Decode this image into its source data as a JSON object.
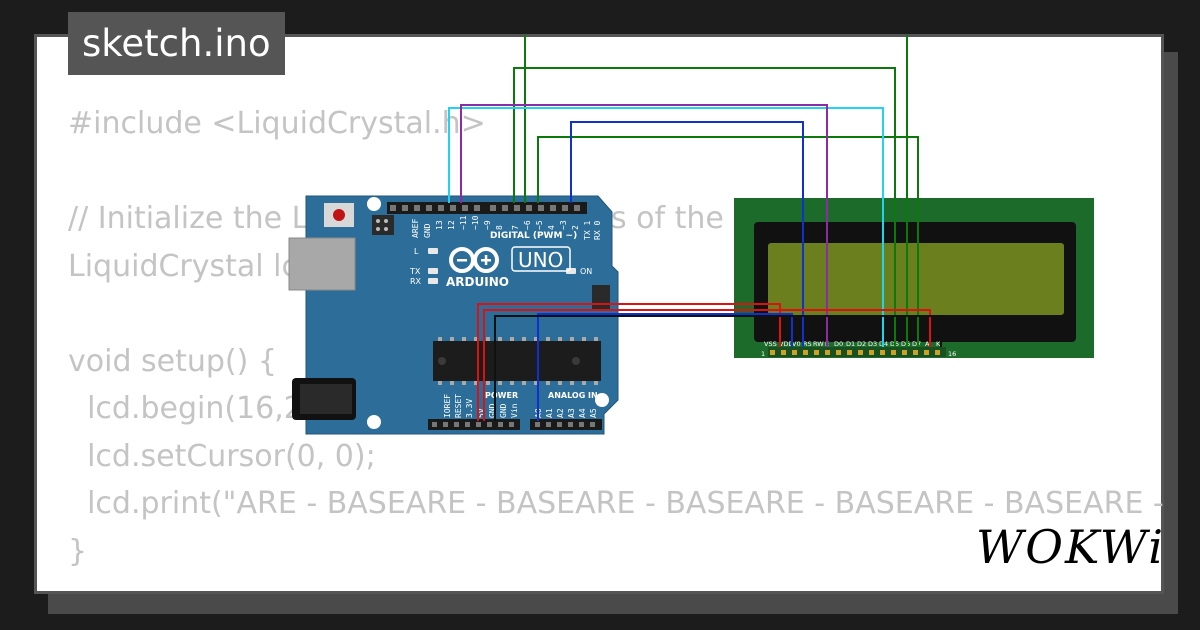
{
  "file_tab": {
    "label": "sketch.ino"
  },
  "code_lines": [
    "#include <LiquidCrystal.h>",
    "",
    "// Initialize the LCD with the numbers of the",
    "LiquidCrystal lcd",
    "",
    "void setup() {",
    "  lcd.begin(16,2);",
    "  lcd.setCursor(0, 0);",
    "  lcd.print(\"ARE - BASEARE - BASEARE - BASEARE - BASEARE - BASEARE -",
    "}"
  ],
  "arduino": {
    "brand": "ARDUINO",
    "model": "UNO",
    "digital_header": "DIGITAL (PWM ~)",
    "power_header": "POWER",
    "analog_header": "ANALOG IN",
    "on_label": "ON",
    "led_l": "L",
    "led_tx": "TX",
    "led_rx": "RX",
    "digital_pins": [
      "AREF",
      "GND",
      "13",
      "12",
      "~11",
      "~10",
      "~9",
      "8",
      "7",
      "~6",
      "~5",
      "4",
      "~3",
      "2",
      "TX 1",
      "RX 0"
    ],
    "power_pins": [
      "IOREF",
      "RESET",
      "3.3V",
      "5V",
      "GND",
      "GND",
      "Vin"
    ],
    "analog_pins": [
      "A0",
      "A1",
      "A2",
      "A3",
      "A4",
      "A5"
    ]
  },
  "lcd": {
    "pin_labels": [
      "VSS",
      "VDD",
      "V0",
      "RS",
      "RW",
      "E",
      "D0",
      "D1",
      "D2",
      "D3",
      "D4",
      "D5",
      "D6",
      "D7",
      "A",
      "K"
    ],
    "first_pin": "1",
    "last_pin": "16"
  },
  "logo": {
    "text": "WOKWi"
  },
  "colors": {
    "board": "#2c6e99",
    "lcd_pcb": "#1d6b2a",
    "lcd_screen": "#6c7f1e",
    "wire_green": "#0b7a0b",
    "wire_cyan": "#22d3ee",
    "wire_purple": "#8e2aa5",
    "wire_blue": "#1030d0",
    "wire_red": "#dd1111"
  }
}
